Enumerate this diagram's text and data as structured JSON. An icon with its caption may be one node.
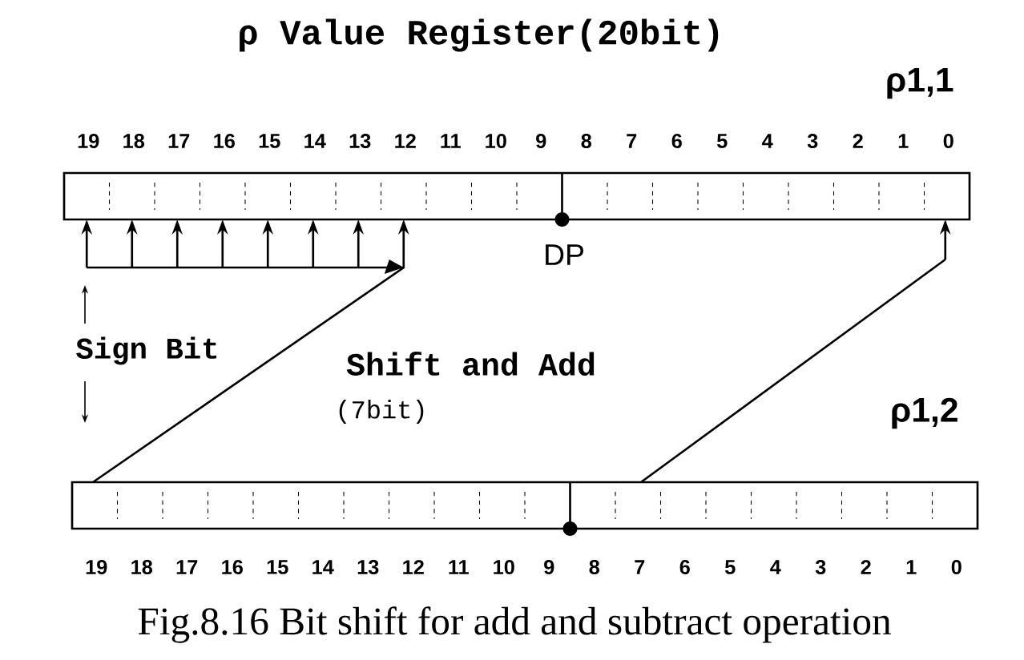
{
  "diagram": {
    "title": "ρ Value Register(20bit)",
    "caption": "Fig.8.16 Bit shift for add and subtract operation",
    "nodes": [
      {
        "text": [],
        "shape": "bar",
        "beside": [
          "ρ1,1",
          "DP"
        ]
      },
      {
        "text": [],
        "shape": "bar",
        "beside": [
          "ρ1,2"
        ]
      }
    ],
    "edges": [
      {
        "from": 1,
        "to": 0,
        "arrow": "to"
      },
      {
        "from": 1,
        "to": 0,
        "arrow": "to"
      }
    ],
    "labels": [
      "19",
      "18",
      "17",
      "16",
      "15",
      "14",
      "13",
      "12",
      "11",
      "10",
      "9",
      "8",
      "7",
      "6",
      "5",
      "4",
      "3",
      "2",
      "1",
      "0",
      "Sign Bit",
      "Shift and Add",
      "(7bit)",
      "19",
      "18",
      "17",
      "16",
      "15",
      "14",
      "13",
      "12",
      "11",
      "10",
      "9",
      "8",
      "7",
      "6",
      "5",
      "4",
      "3",
      "2",
      "1",
      "0"
    ]
  }
}
